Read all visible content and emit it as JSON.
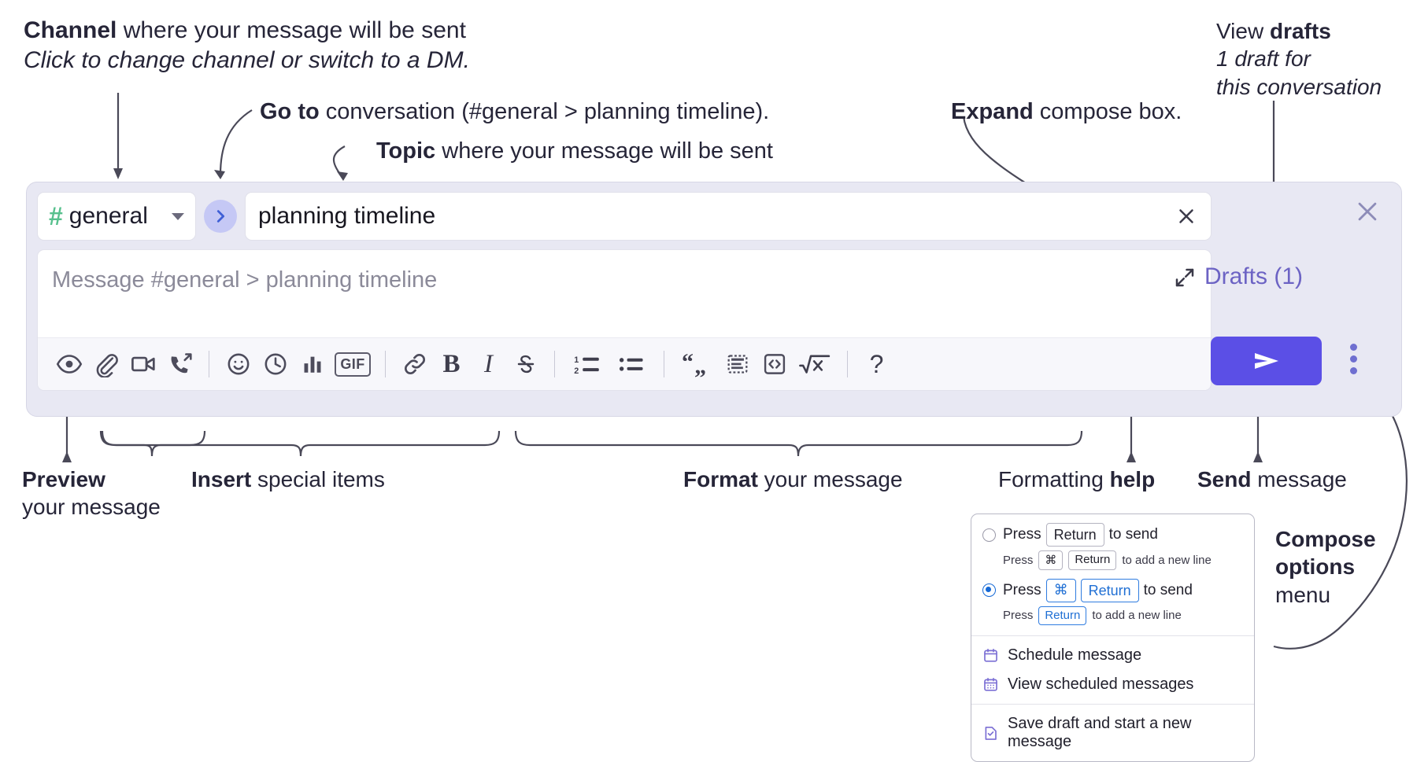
{
  "annotations": {
    "channel": {
      "bold": "Channel",
      "rest": " where your message will be sent",
      "italic": "Click to change channel or switch to a DM."
    },
    "goto": {
      "bold": "Go to",
      "rest": " conversation (#general > planning timeline)."
    },
    "topic": {
      "bold": "Topic",
      "rest": " where your message will be sent"
    },
    "expand": {
      "bold": "Expand",
      "rest": " compose box."
    },
    "drafts": {
      "lead": "View ",
      "bold": "drafts",
      "italic_line1": "1 draft for",
      "italic_line2": "this conversation"
    },
    "preview": {
      "bold": "Preview",
      "line2": "your message"
    },
    "insert": {
      "bold": "Insert",
      "rest": " special items"
    },
    "format": {
      "bold": "Format",
      "rest": " your message"
    },
    "help": {
      "lead": "Formatting ",
      "bold": "help"
    },
    "send": {
      "bold": "Send",
      "rest": " message"
    },
    "compose_options": {
      "bold_line1": "Compose",
      "bold_line2": "options",
      "line3": "menu"
    }
  },
  "compose": {
    "channel": {
      "hash": "#",
      "name": "general",
      "caret_icon": "chevron-down-icon"
    },
    "goto_icon": "chevron-right-icon",
    "topic": {
      "value": "planning timeline",
      "clear_icon": "close-icon"
    },
    "message": {
      "placeholder": "Message #general > planning timeline",
      "expand_icon": "expand-icon"
    },
    "toolbar": [
      {
        "name": "preview-icon",
        "label": ""
      },
      {
        "name": "attachment-icon",
        "label": ""
      },
      {
        "name": "video-icon",
        "label": ""
      },
      {
        "name": "audio-call-icon",
        "label": ""
      },
      {
        "name": "divider",
        "label": ""
      },
      {
        "name": "emoji-icon",
        "label": ""
      },
      {
        "name": "clock-icon",
        "label": ""
      },
      {
        "name": "poll-icon",
        "label": ""
      },
      {
        "name": "gif-icon",
        "label": "GIF"
      },
      {
        "name": "divider",
        "label": ""
      },
      {
        "name": "link-icon",
        "label": ""
      },
      {
        "name": "bold-icon",
        "label": "B"
      },
      {
        "name": "italic-icon",
        "label": "I"
      },
      {
        "name": "strikethrough-icon",
        "label": "S"
      },
      {
        "name": "divider",
        "label": ""
      },
      {
        "name": "ordered-list-icon",
        "label": ""
      },
      {
        "name": "bulleted-list-icon",
        "label": ""
      },
      {
        "name": "divider",
        "label": ""
      },
      {
        "name": "blockquote-icon",
        "label": ""
      },
      {
        "name": "code-block-icon",
        "label": ""
      },
      {
        "name": "code-icon",
        "label": ""
      },
      {
        "name": "math-icon",
        "label": ""
      },
      {
        "name": "divider",
        "label": ""
      },
      {
        "name": "help-icon",
        "label": "?"
      }
    ],
    "send_button": {
      "icon": "send-icon",
      "label": ""
    },
    "options_menu_icon": "kebab-menu-icon",
    "drafts_link": "Drafts (1)",
    "close_icon": "close-icon"
  },
  "menu": {
    "options": [
      {
        "selected": false,
        "prefix": "Press",
        "keys": [
          "Return"
        ],
        "suffix": "to send",
        "sub_prefix": "Press",
        "sub_keys": [
          "⌘",
          "Return"
        ],
        "sub_suffix": "to add a new line"
      },
      {
        "selected": true,
        "prefix": "Press",
        "keys": [
          "⌘",
          "Return"
        ],
        "suffix": "to send",
        "sub_prefix": "Press",
        "sub_keys": [
          "Return"
        ],
        "sub_suffix": "to add a new line"
      }
    ],
    "items": [
      {
        "icon": "calendar-icon",
        "label": "Schedule message"
      },
      {
        "icon": "calendar-grid-icon",
        "label": "View scheduled messages"
      },
      {
        "icon": "save-draft-icon",
        "label": "Save draft and start a new message"
      }
    ]
  },
  "colors": {
    "accent_purple": "#5b4fe6",
    "channel_green": "#57c08d",
    "panel_bg": "#e8e8f3",
    "drafts_text": "#6c63c4",
    "radio_blue": "#1569d6"
  }
}
